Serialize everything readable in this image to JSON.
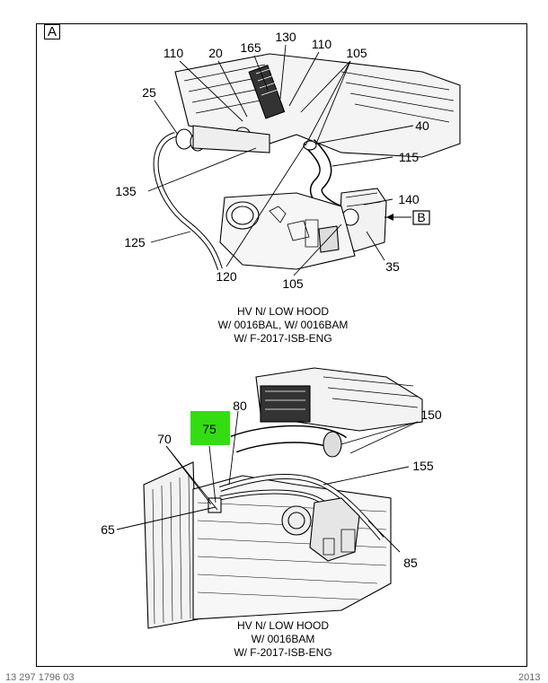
{
  "view_letter": "A",
  "detail_ref": "B",
  "top_view": {
    "callouts": [
      "110",
      "20",
      "165",
      "130",
      "110",
      "105",
      "25",
      "40",
      "115",
      "135",
      "140",
      "125",
      "35",
      "120",
      "105"
    ],
    "caption": [
      "HV N/ LOW HOOD",
      "W/ 0016BAL, W/ 0016BAM",
      "W/ F-2017-ISB-ENG"
    ]
  },
  "bottom_view": {
    "highlighted_callout": "75",
    "highlight_color": "#33dd11",
    "callouts": [
      "80",
      "150",
      "70",
      "155",
      "65",
      "85"
    ],
    "caption": [
      "HV N/ LOW HOOD",
      "W/ 0016BAM",
      "W/ F-2017-ISB-ENG"
    ]
  },
  "footer": {
    "left": "13 297 1796 03",
    "right": "2013"
  }
}
